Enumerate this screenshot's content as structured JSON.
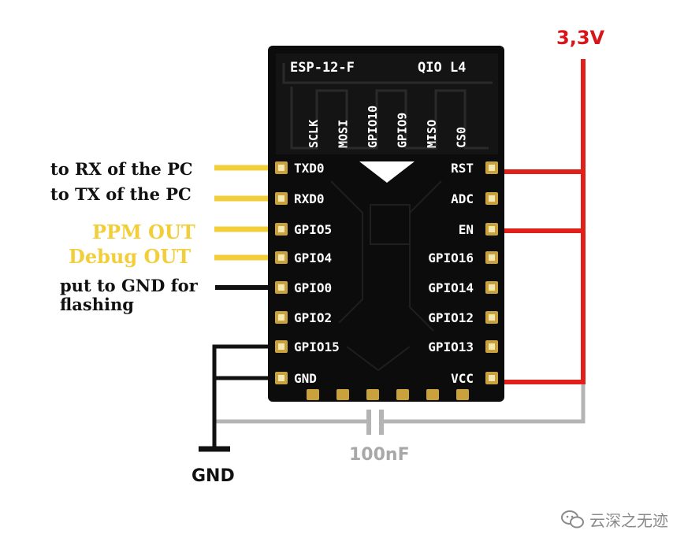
{
  "module": {
    "name": "ESP-12-F",
    "flash_mode": "QIO L4",
    "top_pins": [
      "SCLK",
      "MOSI",
      "GPIO10",
      "GPIO9",
      "MISO",
      "CS0"
    ],
    "left_pins": [
      "TXD0",
      "RXD0",
      "GPIO5",
      "GPIO4",
      "GPIO0",
      "GPIO2",
      "GPIO15",
      "GND"
    ],
    "right_pins": [
      "RST",
      "ADC",
      "EN",
      "GPIO16",
      "GPIO14",
      "GPIO12",
      "GPIO13",
      "VCC"
    ]
  },
  "annotations": {
    "txd0": "to RX of the PC",
    "rxd0": "to TX of the PC",
    "gpio5": "PPM OUT",
    "gpio4": "Debug OUT",
    "gpio0_line1": "put to GND for",
    "gpio0_line2": "flashing",
    "supply": "3,3V",
    "ground": "GND",
    "capacitor": "100nF"
  },
  "watermark": "云深之无迹",
  "colors": {
    "power_wire": "#e0201b",
    "signal_wire": "#f2cf3a",
    "ground_wire": "#111111",
    "capacitor_wire": "#b4b4b4",
    "board": "#0c0c0c",
    "pad_gold": "#c9a23e"
  }
}
